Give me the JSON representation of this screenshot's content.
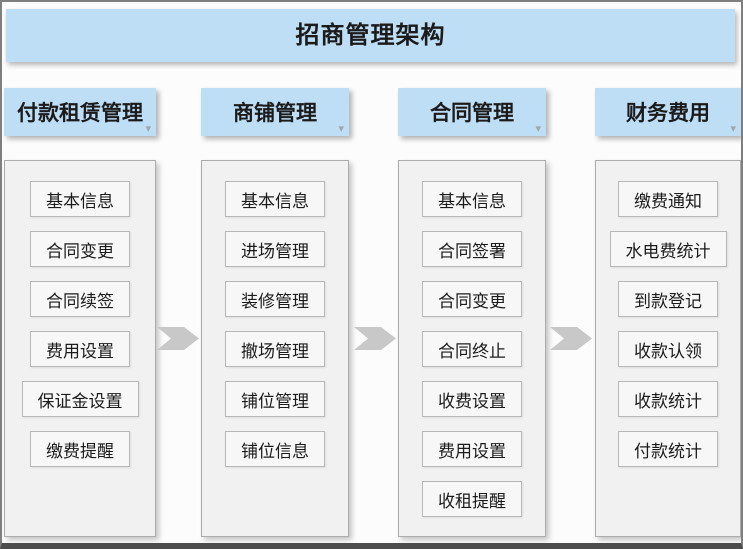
{
  "title": "招商管理架构",
  "columns": [
    {
      "header": "付款租赁管理",
      "items": [
        "基本信息",
        "合同变更",
        "合同续签",
        "费用设置",
        "保证金设置",
        "缴费提醒"
      ]
    },
    {
      "header": "商铺管理",
      "items": [
        "基本信息",
        "进场管理",
        "装修管理",
        "撤场管理",
        "铺位管理",
        "铺位信息"
      ]
    },
    {
      "header": "合同管理",
      "items": [
        "基本信息",
        "合同签署",
        "合同变更",
        "合同终止",
        "收费设置",
        "费用设置",
        "收租提醒"
      ]
    },
    {
      "header": "财务费用",
      "items": [
        "缴费通知",
        "水电费统计",
        "到款登记",
        "收款认领",
        "收款统计",
        "付款统计"
      ]
    }
  ],
  "icons": {
    "header_caret_glyph": "▾",
    "header_caret_name": "chevron-down",
    "flow_arrow_name": "arrow-right"
  },
  "colors": {
    "title_bg": "#bedef5",
    "header_bg": "#bedef5",
    "panel_bg": "#f1f1f1",
    "item_bg": "#f7f7f7",
    "item_border": "#b7b7b7",
    "arrow": "#c8c8c8",
    "text": "#1b1b1b"
  }
}
